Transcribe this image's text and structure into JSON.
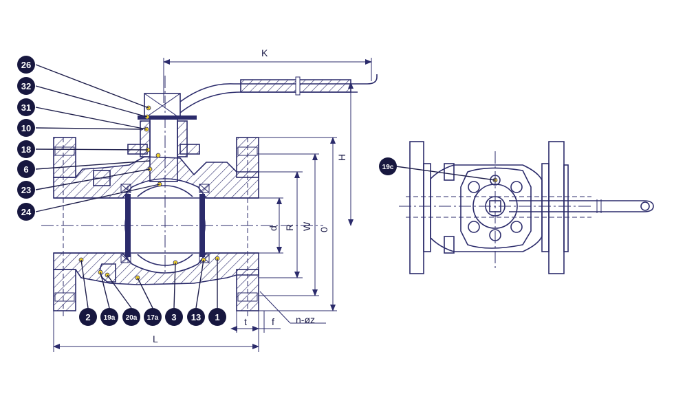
{
  "callouts_left": [
    "26",
    "32",
    "31",
    "10",
    "18",
    "6",
    "23",
    "24"
  ],
  "callouts_bottom": [
    "2",
    "19a",
    "20a",
    "17a",
    "3",
    "13",
    "1"
  ],
  "callout_right": "19c",
  "dimensions": {
    "K": "K",
    "H": "H",
    "O": "0",
    "W": "W",
    "R": "R",
    "d": "d",
    "L": "L",
    "t": "t",
    "f": "f",
    "nz": "n-øz"
  },
  "colors": {
    "line": "#2b2b6b",
    "badge": "#17173f",
    "dot": "#f0d22a"
  }
}
